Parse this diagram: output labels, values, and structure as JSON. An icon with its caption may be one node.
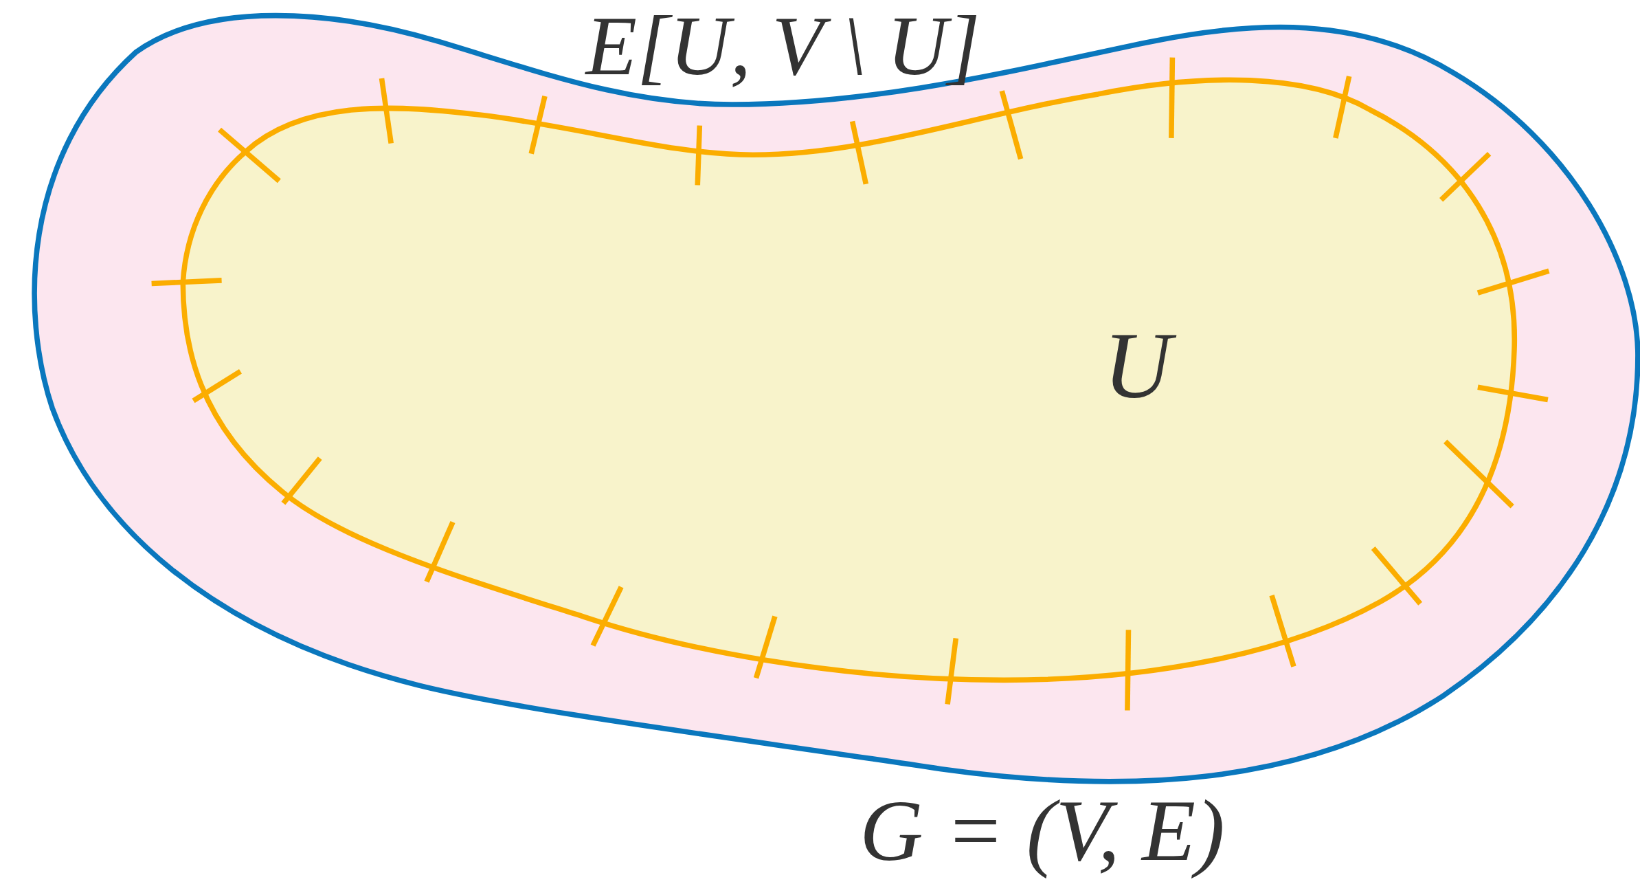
{
  "diagram": {
    "nodes": [
      {
        "text": [
          "G = (V, E)"
        ]
      },
      {
        "text": [
          "U"
        ],
        "in": 0
      }
    ],
    "labels": [
      "E[U, V \\ U]"
    ]
  }
}
